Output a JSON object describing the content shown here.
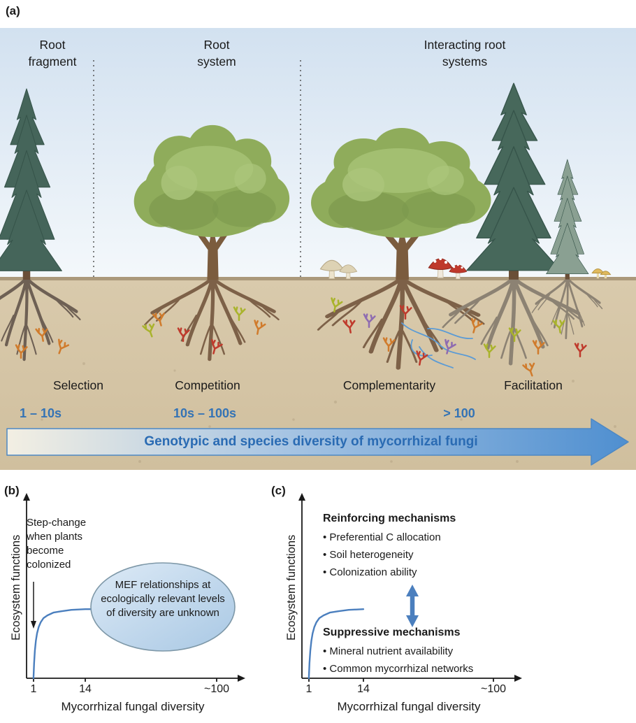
{
  "figure": {
    "panel_a": {
      "label": "(a)",
      "headers": [
        "Root fragment",
        "Root system",
        "Interacting root systems"
      ],
      "stages": [
        "Selection",
        "Competition",
        "Complementarity",
        "Facilitation"
      ],
      "diversity_counts": [
        "1 – 10s",
        "10s – 100s",
        "> 100"
      ],
      "arrow_label": "Genotypic and species diversity of mycorrhizal fungi",
      "scene_icons": [
        "conifer-tree",
        "broadleaf-tree",
        "root-system",
        "mycorrhizal-tips",
        "white-mushrooms",
        "red-mushrooms",
        "yellow-mushrooms",
        "hyphal-network"
      ]
    },
    "panel_b": {
      "label": "(b)",
      "ylabel": "Ecosystem functions",
      "xlabel": "Mycorrhizal fungal diversity",
      "x_ticks": [
        "1",
        "14",
        "~100"
      ],
      "annotation": "Step-change when plants become colonized",
      "ellipse_note": "MEF relationships at ecologically relevant levels of diversity are unknown"
    },
    "panel_c": {
      "label": "(c)",
      "ylabel": "Ecosystem functions",
      "xlabel": "Mycorrhizal fungal diversity",
      "x_ticks": [
        "1",
        "14",
        "~100"
      ],
      "reinforcing": {
        "title": "Reinforcing mechanisms",
        "items": [
          "Preferential C allocation",
          "Soil heterogeneity",
          "Colonization ability"
        ]
      },
      "suppressive": {
        "title": "Suppressive mechanisms",
        "items": [
          "Mineral nutrient availability",
          "Common mycorrhizal networks"
        ]
      }
    },
    "colors": {
      "accent_blue": "#3473b5",
      "arrow_text_blue": "#2a6bb3",
      "curve_blue": "#4b7fbe",
      "sky_top": "#d2e1f0",
      "soil_tan": "#d5c5a6"
    }
  },
  "chart_data": [
    {
      "type": "line",
      "panel": "b",
      "title": "",
      "xlabel": "Mycorrhizal fungal diversity",
      "ylabel": "Ecosystem functions",
      "x_ticks": [
        "1",
        "14",
        "~100"
      ],
      "x_axis_anchors": {
        "values": [
          1,
          14,
          100
        ],
        "fractions": [
          0.033,
          0.28,
          0.907
        ]
      },
      "y_axis": "relative ecosystem function (0 = origin, 1 = plateau)",
      "x": [
        1,
        1.15,
        1.35,
        1.6,
        1.9,
        2.3,
        2.8,
        3.5,
        4.5,
        6,
        8,
        10.5,
        14,
        18,
        25,
        32,
        40
      ],
      "y": [
        0,
        0.22,
        0.4,
        0.54,
        0.65,
        0.74,
        0.81,
        0.87,
        0.91,
        0.95,
        0.97,
        0.99,
        1,
        1,
        1,
        1,
        1
      ],
      "annotations": [
        "Step-change when plants become colonized",
        "MEF relationships at ecologically relevant levels of diversity are unknown"
      ],
      "grid": false,
      "legend": false
    },
    {
      "type": "line",
      "panel": "c",
      "title": "",
      "xlabel": "Mycorrhizal fungal diversity",
      "ylabel": "Ecosystem functions",
      "x_ticks": [
        "1",
        "14",
        "~100"
      ],
      "x_axis_anchors": {
        "values": [
          1,
          14,
          100
        ],
        "fractions": [
          0.033,
          0.293,
          0.913
        ]
      },
      "y_axis": "relative ecosystem function (0 = origin, 1 = plateau)",
      "x": [
        1,
        1.15,
        1.35,
        1.6,
        1.9,
        2.3,
        2.8,
        3.5,
        4.5,
        6,
        8,
        10.5,
        14
      ],
      "y": [
        0,
        0.22,
        0.4,
        0.54,
        0.65,
        0.74,
        0.81,
        0.87,
        0.91,
        0.95,
        0.97,
        0.99,
        1
      ],
      "annotations": [
        "Reinforcing mechanisms: Preferential C allocation; Soil heterogeneity; Colonization ability",
        "Suppressive mechanisms: Mineral nutrient availability; Common mycorrhizal networks"
      ],
      "grid": false,
      "legend": false
    }
  ]
}
